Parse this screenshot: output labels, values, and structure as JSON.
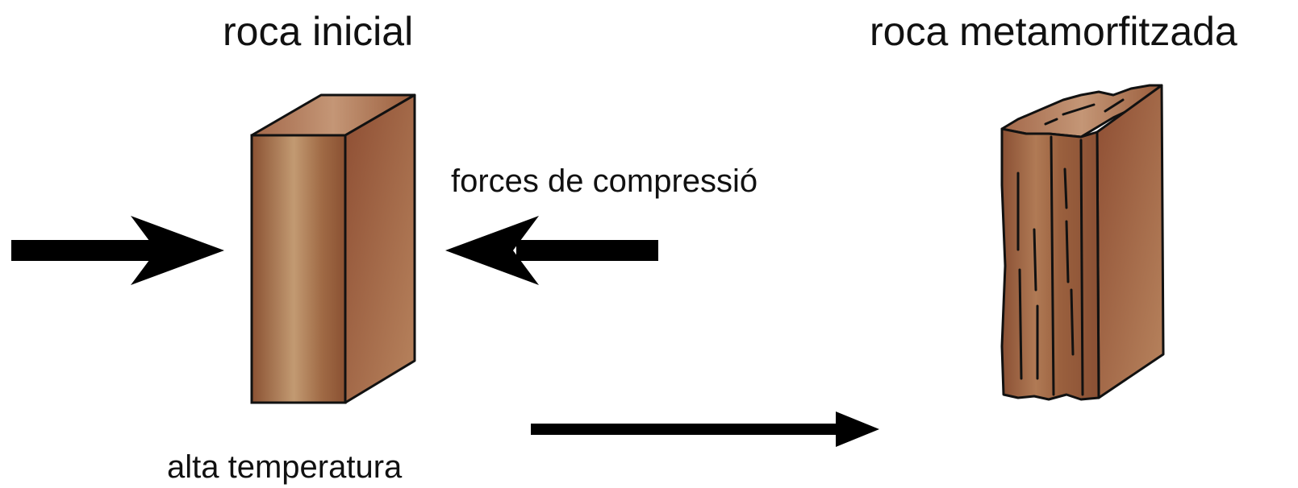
{
  "title_left": "roca inicial",
  "title_right": "roca metamorfitzada",
  "forces_label": "forces de compressió",
  "temperature_label": "alta temperatura",
  "colors": {
    "rock_front_light": "#c29a72",
    "rock_front_dark": "#8a5132",
    "rock_side_light": "#b8845e",
    "rock_side_dark": "#8e4e33",
    "rock_top": "#a66b47",
    "arrow": "#000000"
  },
  "icons": {
    "left_arrow": "arrow-right-icon",
    "right_arrow": "arrow-left-icon",
    "process_arrow": "arrow-right-icon"
  }
}
